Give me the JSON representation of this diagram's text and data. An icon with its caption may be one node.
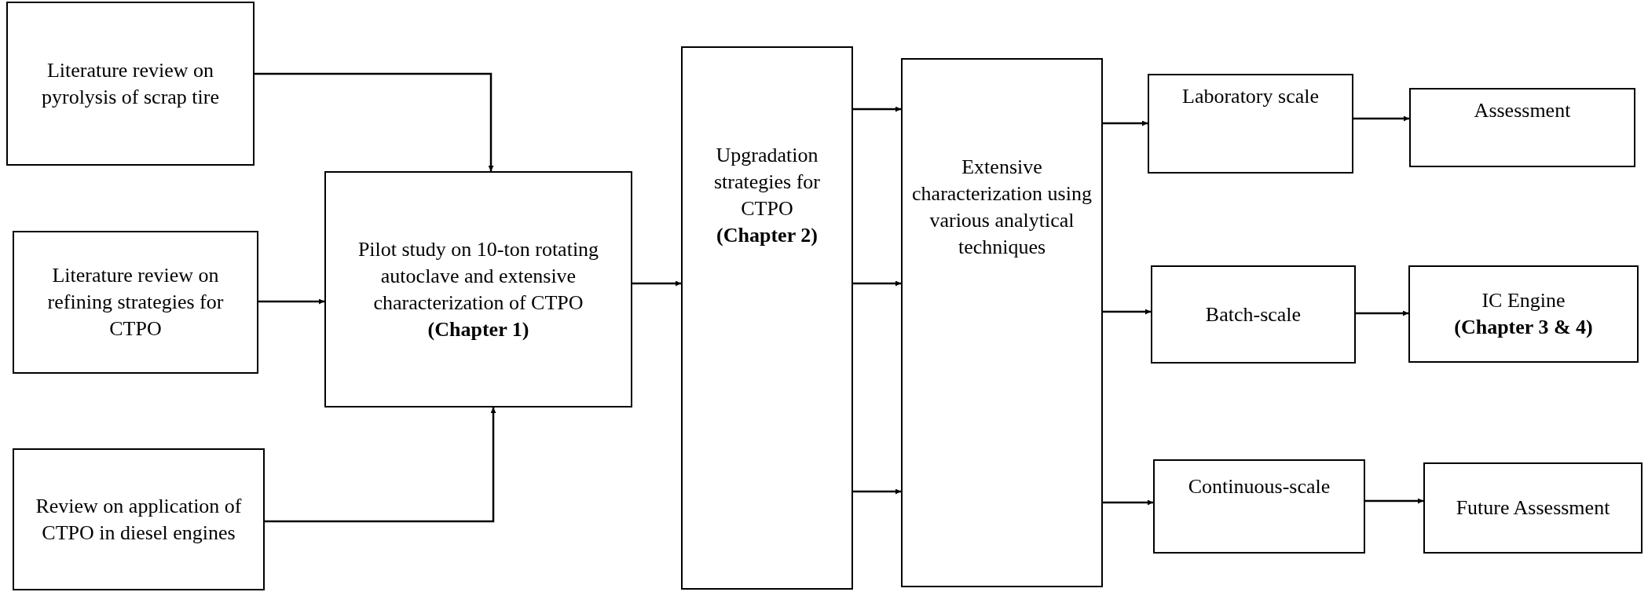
{
  "diagram": {
    "nodes": [
      {
        "text": [
          "Literature review on pyrolysis of scrap tire"
        ]
      },
      {
        "text": [
          "Literature review on refining strategies for CTPO"
        ]
      },
      {
        "text": [
          "Review on application of CTPO in diesel engines"
        ]
      },
      {
        "text": [
          "Pilot study on 10-ton rotating autoclave and extensive characterization of CTPO **(Chapter 1)**"
        ]
      },
      {
        "text": [
          "Upgradation strategies for CTPO",
          "(Chapter 2)"
        ]
      },
      {
        "text": [
          "Extensive characterization using various analytical techniques"
        ]
      },
      {
        "text": [
          "Laboratory scale"
        ]
      },
      {
        "text": [
          "Assessment"
        ]
      },
      {
        "text": [
          "Batch-scale"
        ]
      },
      {
        "text": [
          "IC Engine",
          "(Chapter 3 & 4)"
        ]
      },
      {
        "text": [
          "Continuous-scale"
        ]
      },
      {
        "text": [
          "Future Assessment"
        ]
      }
    ],
    "edges": [
      {
        "from": 0,
        "to": 3,
        "arrow": "to"
      },
      {
        "from": 1,
        "to": 3,
        "arrow": "to"
      },
      {
        "from": 2,
        "to": 3,
        "arrow": "to"
      },
      {
        "from": 3,
        "to": 4,
        "arrow": "to"
      },
      {
        "from": 4,
        "to": 5,
        "arrow": "to"
      },
      {
        "from": 4,
        "to": 5,
        "arrow": "to"
      },
      {
        "from": 4,
        "to": 5,
        "arrow": "to"
      },
      {
        "from": 5,
        "to": 6,
        "arrow": "to"
      },
      {
        "from": 5,
        "to": 8,
        "arrow": "to"
      },
      {
        "from": 5,
        "to": 10,
        "arrow": "to"
      },
      {
        "from": 6,
        "to": 7,
        "arrow": "to"
      },
      {
        "from": 8,
        "to": 9,
        "arrow": "to"
      },
      {
        "from": 10,
        "to": 11,
        "arrow": "to"
      }
    ]
  }
}
